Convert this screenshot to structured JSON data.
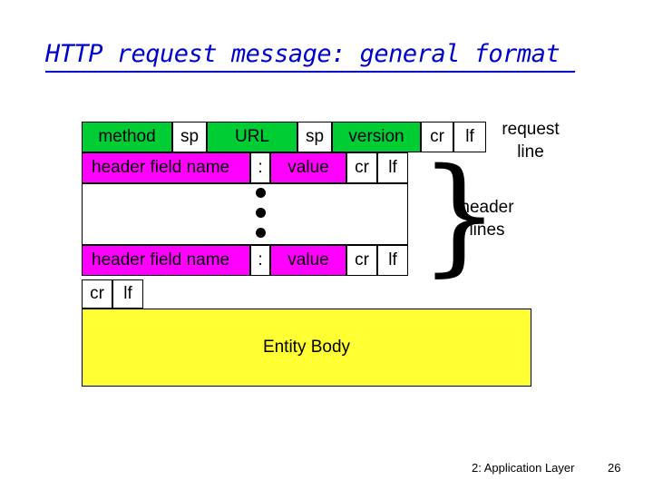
{
  "title": "HTTP request message: general format",
  "request_line": {
    "method": "method",
    "sp1": "sp",
    "url": "URL",
    "sp2": "sp",
    "version": "version",
    "cr": "cr",
    "lf": "lf",
    "label": [
      "request",
      "line"
    ]
  },
  "header_rows": [
    {
      "name": "header field name",
      "colon": ":",
      "value": "value",
      "cr": "cr",
      "lf": "lf"
    },
    {
      "name": "header field name",
      "colon": ":",
      "value": "value",
      "cr": "cr",
      "lf": "lf"
    }
  ],
  "header_label": [
    "header",
    "lines"
  ],
  "blank_line": {
    "cr": "cr",
    "lf": "lf"
  },
  "entity_body": "Entity Body",
  "footer": {
    "chapter": "2: Application Layer",
    "page": "26"
  }
}
